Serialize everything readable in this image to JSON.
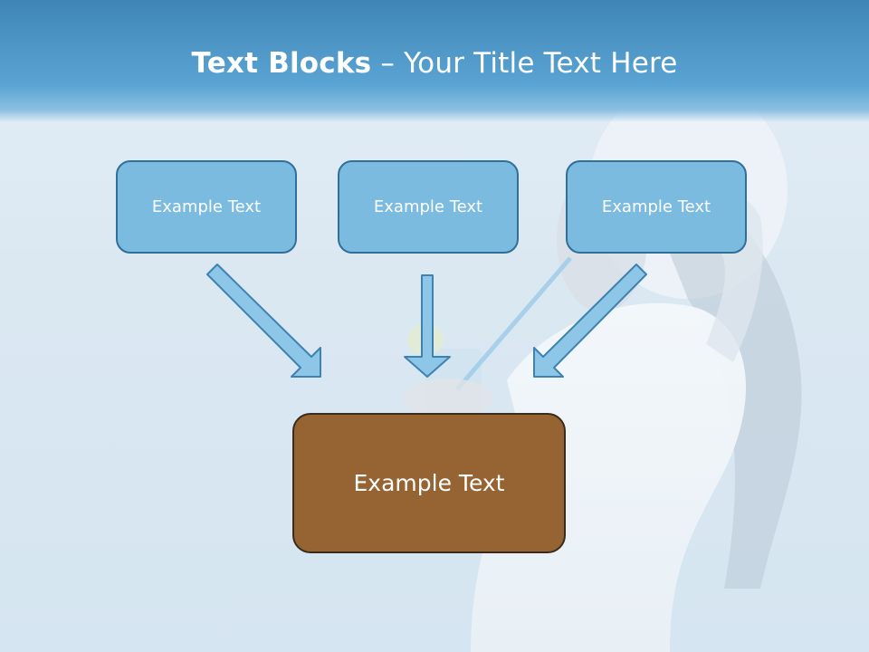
{
  "slide": {
    "title_bold": "Text Blocks",
    "title_rest": " – Your Title Text Here"
  },
  "blocks": [
    {
      "label": "Example Text"
    },
    {
      "label": "Example Text"
    },
    {
      "label": "Example Text"
    }
  ],
  "center_block": {
    "label": "Example Text"
  },
  "colors": {
    "header": "#4a98c9",
    "small_box_fill": "#7bbbe0",
    "small_box_border": "#2f6f99",
    "center_box_fill": "#966332",
    "arrow_fill": "#8ec6e8",
    "arrow_stroke": "#3d82b0"
  }
}
